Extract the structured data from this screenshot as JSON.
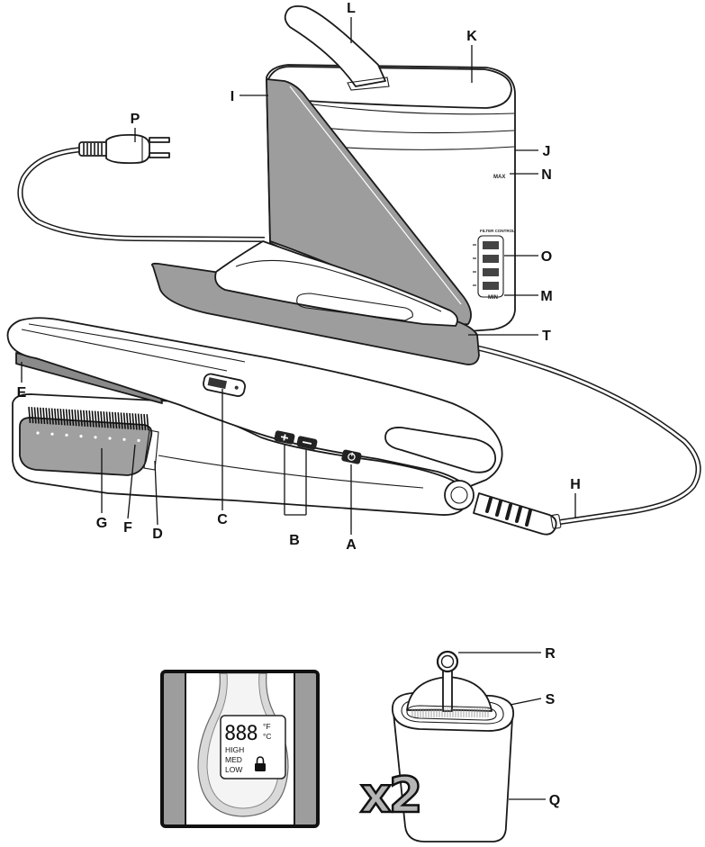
{
  "labels": {
    "A": "A",
    "B": "B",
    "C": "C",
    "D": "D",
    "E": "E",
    "F": "F",
    "G": "G",
    "H": "H",
    "I": "I",
    "J": "J",
    "K": "K",
    "L": "L",
    "M": "M",
    "N": "N",
    "O": "O",
    "P": "P",
    "Q": "Q",
    "R": "R",
    "S": "S",
    "T": "T"
  },
  "tank": {
    "max_mark": "MAX",
    "min_mark": "MIN",
    "filter_control": "FILTER CONTROL"
  },
  "display_inset": {
    "digits": "888",
    "unit_f": "°F",
    "unit_c": "°C",
    "level_high": "HIGH",
    "level_med": "MED",
    "level_low": "LOW"
  },
  "filter_quantity": "x2",
  "icons": {
    "plus_button": "plus-icon",
    "minus_button": "minus-icon",
    "power_button": "power-icon",
    "display_lock": "lock-icon"
  },
  "colors": {
    "panel_gray": "#9d9d9d",
    "plate_gray": "#a0a0a0",
    "button_dark": "#222222",
    "multiplier_fill": "#b5b5b5",
    "outline": "#1a1a1a"
  }
}
